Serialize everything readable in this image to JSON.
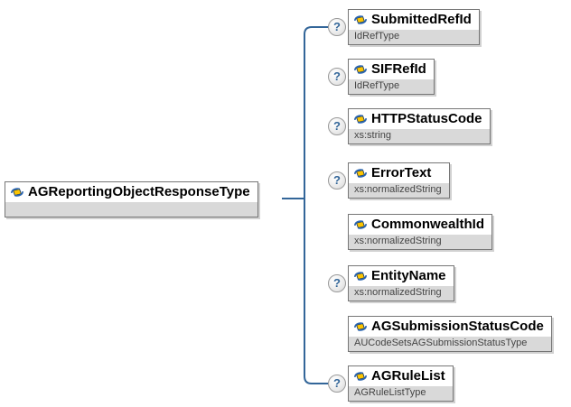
{
  "diagram": {
    "root": {
      "name": "AGReportingObjectResponseType",
      "type": ""
    },
    "children": [
      {
        "name": "SubmittedRefId",
        "type": "IdRefType",
        "optional": true
      },
      {
        "name": "SIFRefId",
        "type": "IdRefType",
        "optional": true
      },
      {
        "name": "HTTPStatusCode",
        "type": "xs:string",
        "optional": true
      },
      {
        "name": "ErrorText",
        "type": "xs:normalizedString",
        "optional": true
      },
      {
        "name": "CommonwealthId",
        "type": "xs:normalizedString",
        "optional": false
      },
      {
        "name": "EntityName",
        "type": "xs:normalizedString",
        "optional": true
      },
      {
        "name": "AGSubmissionStatusCode",
        "type": "AUCodeSetsAGSubmissionStatusType",
        "optional": false
      },
      {
        "name": "AGRuleList",
        "type": "AGRuleListType",
        "optional": true
      }
    ],
    "optional_marker": "?",
    "colors": {
      "connector_blue": "#336699",
      "type_row_gray": "#d9d9d9",
      "box_border_gray": "#767676",
      "icon_yellow": "#fdc500",
      "icon_blue": "#2b66b0"
    }
  }
}
